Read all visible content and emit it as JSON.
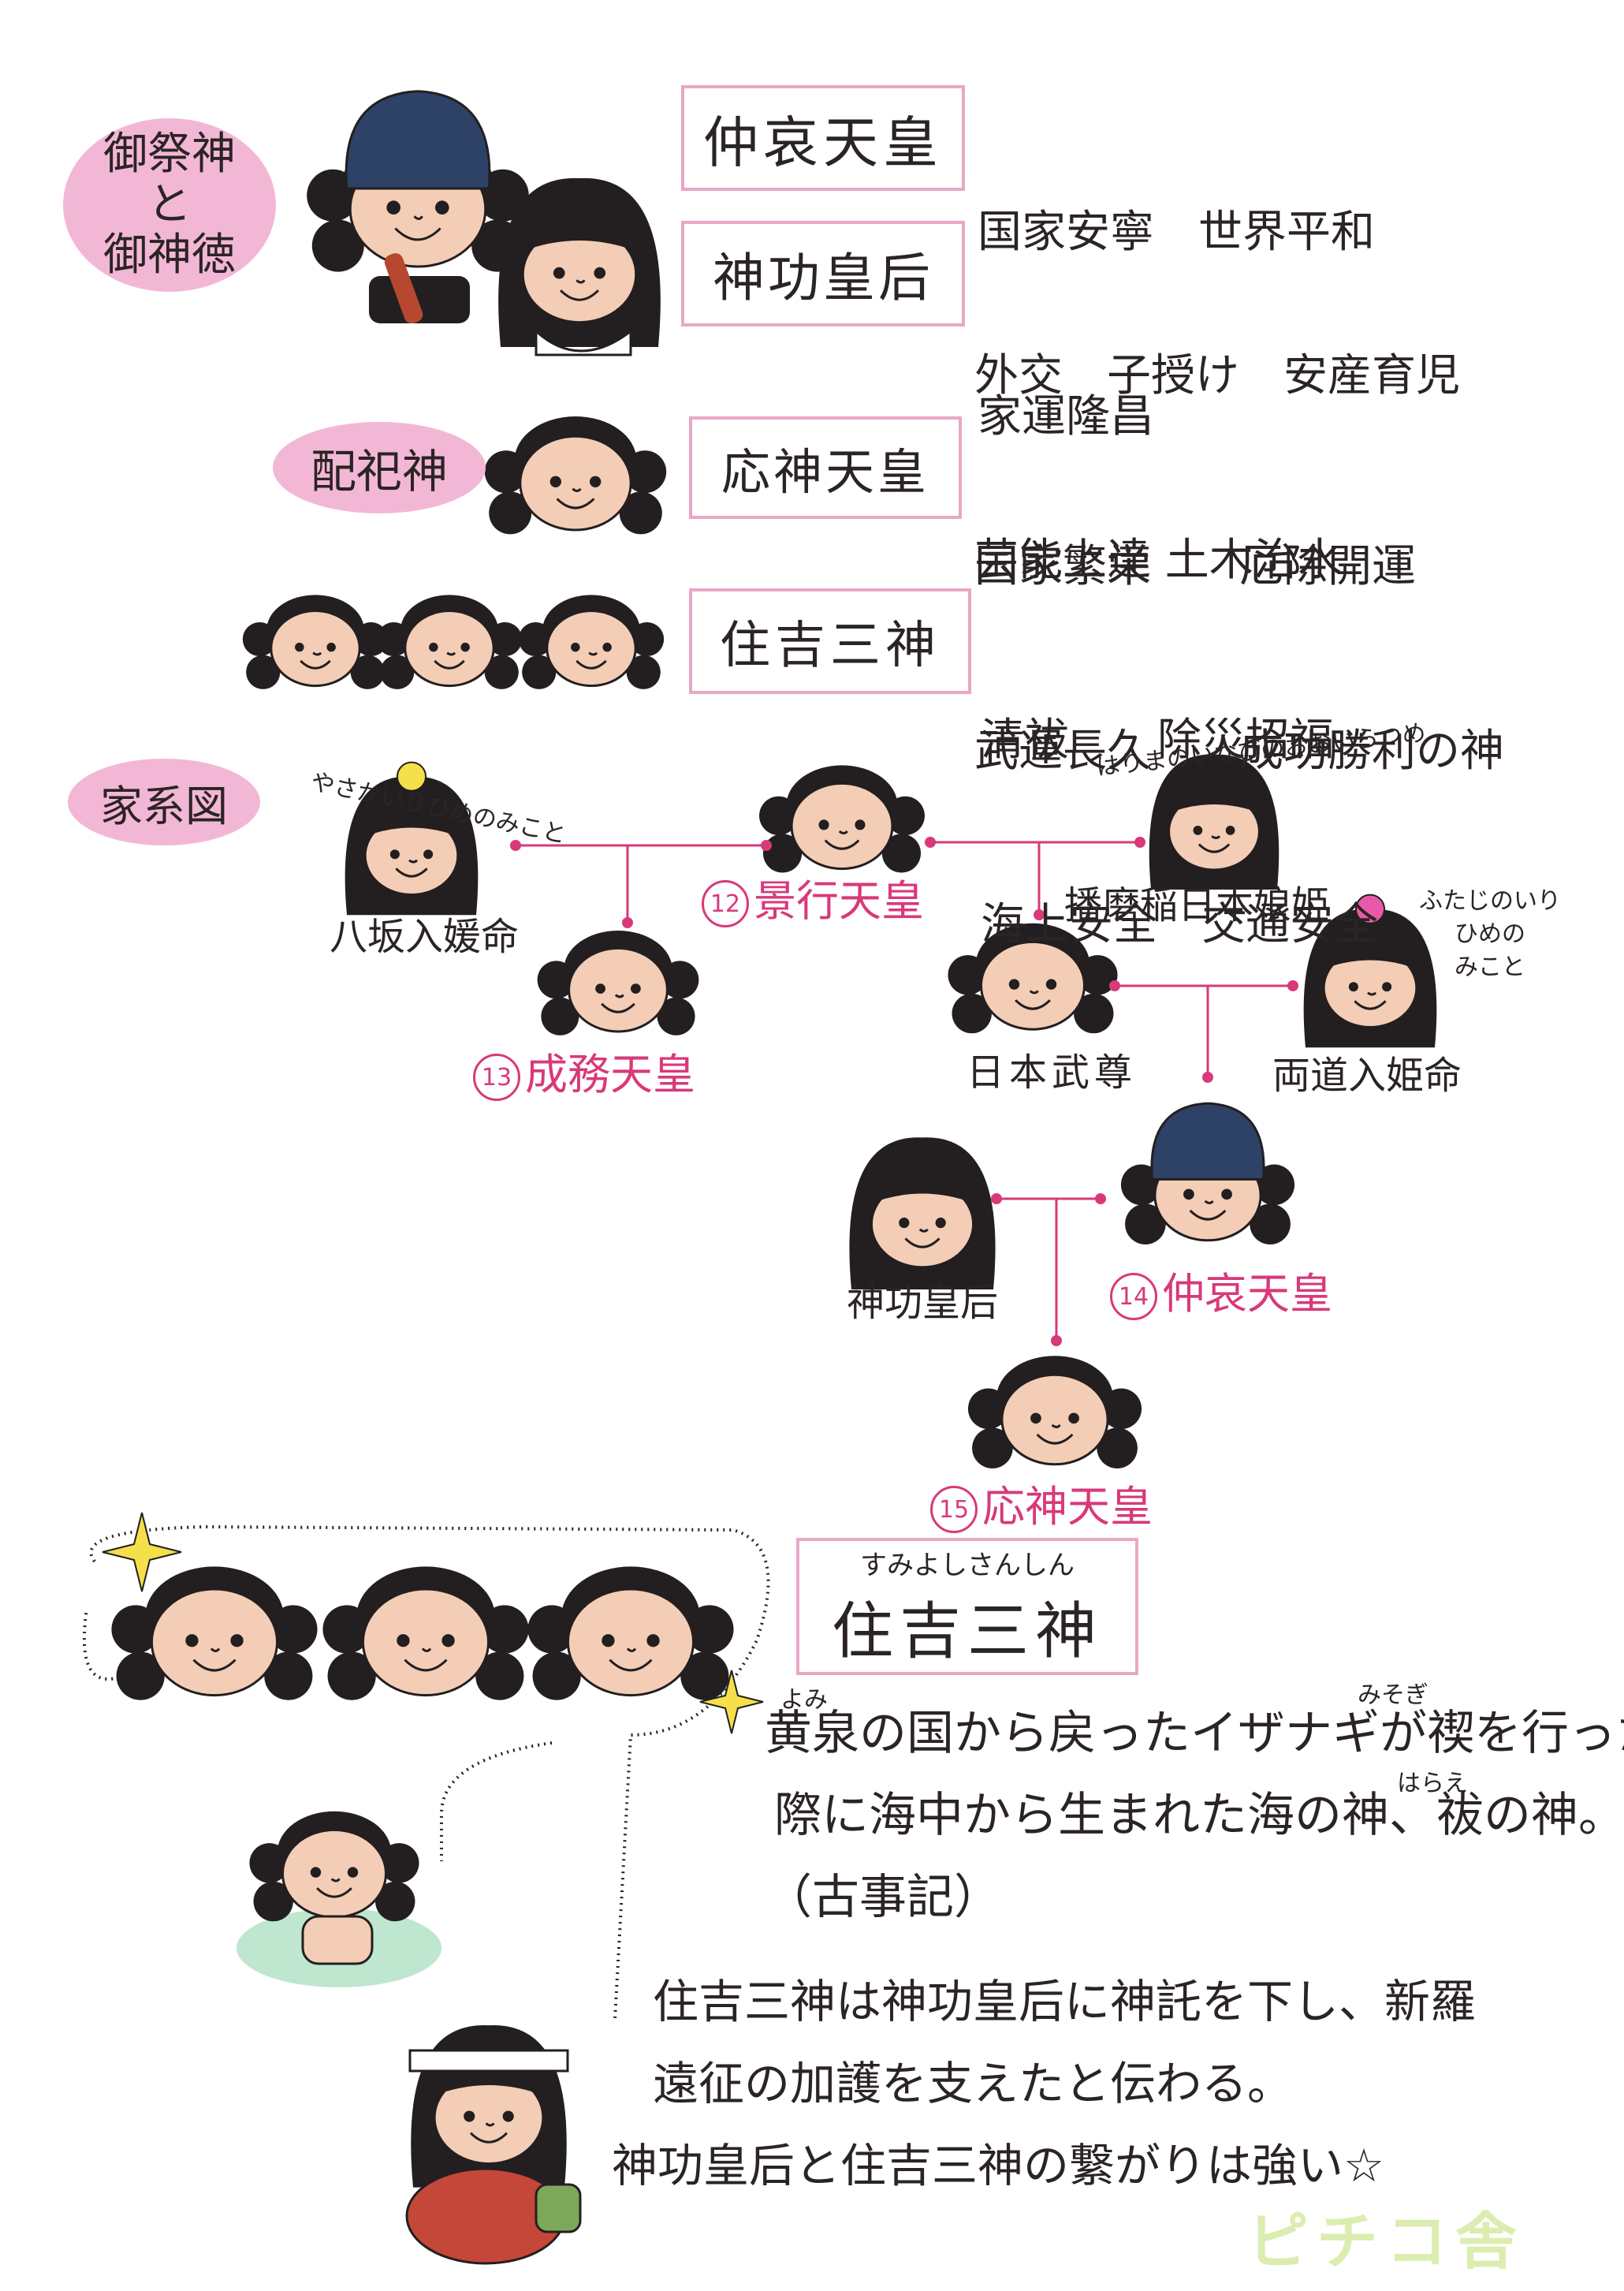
{
  "labels": {
    "gosaijin": "御祭神\nと\n御神徳",
    "haishijin": "配祀神",
    "kakeizu": "家系図"
  },
  "deities": [
    {
      "name": "仲哀天皇",
      "virtues": [
        "国家安寧　世界平和",
        "家運隆昌"
      ]
    },
    {
      "name": "神功皇后",
      "virtues": [
        "外交　子授け　安産育児",
        "芸能上達 土木治水"
      ]
    },
    {
      "name": "応神天皇",
      "virtues": [
        "国家繁栄　　厄除開運",
        "武運長久　　成功勝利の神"
      ]
    },
    {
      "name": "住吉三神",
      "virtues": [
        "清祓　　除災招福",
        "海上安全　交通安全"
      ]
    }
  ],
  "family_tree": {
    "yasaka_ruby": "やさかいりひめのみこと",
    "yasaka": "八坂入媛命",
    "keiko_num": "12",
    "keiko": "景行天皇",
    "harima_ruby": "はりまのいなびのおおいらつめ",
    "harima": "播磨稲日本娘姫",
    "seimu_num": "13",
    "seimu": "成務天皇",
    "yamatotakeru": "日本武尊",
    "futaji_ruby": "ふたじのいり\nひめの\nみこと",
    "futaji": "両道入姫命",
    "jingu": "神功皇后",
    "chuai_num": "14",
    "chuai": "仲哀天皇",
    "ojin_num": "15",
    "ojin": "応神天皇"
  },
  "sumiyoshi": {
    "ruby": "すみよしさんしん",
    "title": "住吉三神",
    "ruby_yomi": "よみ",
    "ruby_misogi": "みそぎ",
    "ruby_harae": "はらえ",
    "story1": [
      "黄泉の国から戻ったイザナギが禊を行った",
      "際に海中から生まれた海の神、祓の神。",
      "（古事記）"
    ],
    "story2": [
      "住吉三神は神功皇后に神託を下し、新羅",
      "遠征の加護を支えたと伝わる。",
      "神功皇后と住吉三神の繋がりは強い☆"
    ]
  },
  "logo": "ピチコ舎",
  "colors": {
    "accent_pink": "#f3b7d6",
    "line_red": "#d8397a",
    "box_border": "#e9a7c6",
    "logo": "#dcedb0"
  }
}
